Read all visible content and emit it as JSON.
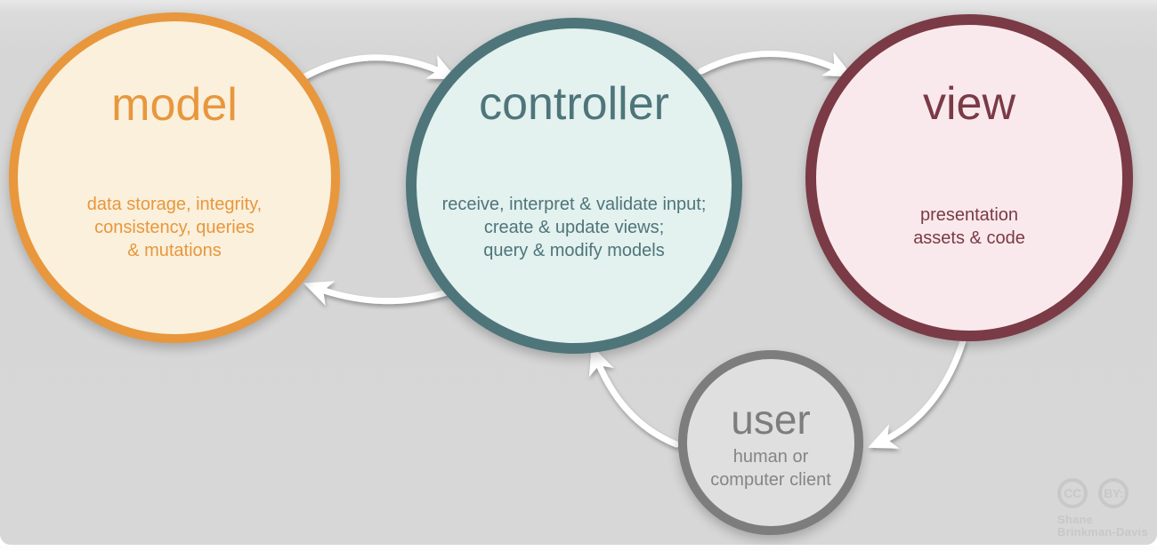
{
  "diagram": {
    "background_color": "#d7d7d7",
    "arrow_color": "#ffffff",
    "nodes": [
      {
        "id": "model",
        "label": "model",
        "description_lines": [
          "data storage, integrity,",
          "consistency, queries",
          "& mutations"
        ],
        "border_color": "#e8973c",
        "fill_color": "#faf0dc",
        "text_color": "#e8973c"
      },
      {
        "id": "controller",
        "label": "controller",
        "description_lines": [
          "receive, interpret & validate input;",
          "create & update views;",
          "query & modify models"
        ],
        "border_color": "#4e757a",
        "fill_color": "#e3f1ef",
        "text_color": "#4e757a"
      },
      {
        "id": "view",
        "label": "view",
        "description_lines": [
          "presentation",
          "assets & code"
        ],
        "border_color": "#7a3a46",
        "fill_color": "#fae9ec",
        "text_color": "#7a3a46"
      },
      {
        "id": "user",
        "label": "user",
        "description_lines": [
          "human or",
          "computer client"
        ],
        "border_color": "#7d7d7d",
        "fill_color": "#dfdfdf",
        "text_color": "#7d7d7d"
      }
    ],
    "edges": [
      {
        "from": "model",
        "to": "controller"
      },
      {
        "from": "controller",
        "to": "view"
      },
      {
        "from": "controller",
        "to": "model"
      },
      {
        "from": "view",
        "to": "user"
      },
      {
        "from": "user",
        "to": "controller"
      }
    ],
    "attribution": {
      "badge_cc": "CC",
      "badge_by": "BY:",
      "author_line1": "Shane",
      "author_line2": "Brinkman-Davis"
    }
  }
}
